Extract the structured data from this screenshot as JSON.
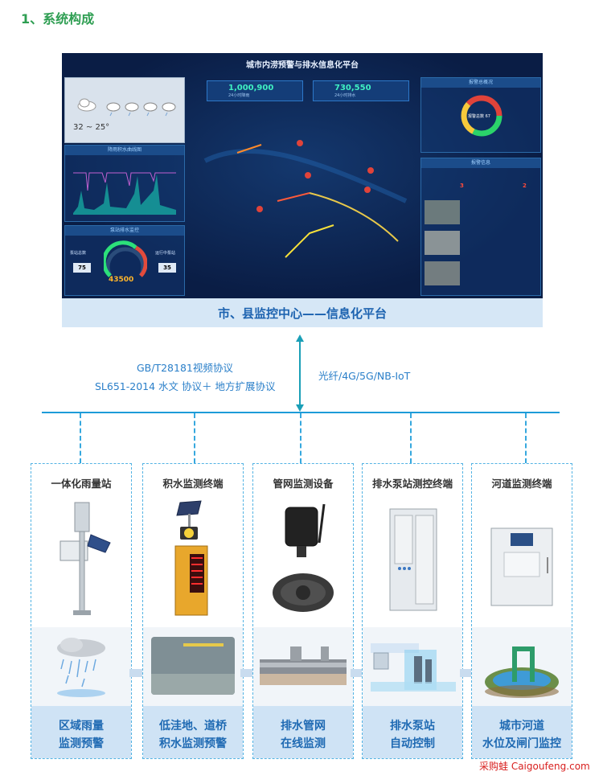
{
  "heading": "1、系统构成",
  "dashboard": {
    "title": "城市内涝预警与排水信息化平台",
    "weather": {
      "temp": "32 ~ 25°"
    },
    "kpis": [
      {
        "value": "1,000,900",
        "unit": "m³",
        "label": "24小时降雨"
      },
      {
        "value": "730,550",
        "unit": "m³",
        "label": "24小时排水"
      }
    ],
    "panels": {
      "rain_chart": "降雨积水曲线图",
      "pump": "泵站排水监控",
      "alarm_overview": "报警总概况",
      "alarm_info": "报警信息"
    },
    "gauge_value": "43500",
    "donut_center": "报警总数 67",
    "pump_left": {
      "label": "泵站总数",
      "value": "75"
    },
    "pump_right": {
      "label": "运行中泵站",
      "value": "35"
    },
    "alarm_counts": [
      "3",
      "2"
    ],
    "footer": "市、县监控中心——信息化平台"
  },
  "protocols": {
    "left_line1": "GB/T28181视频协议",
    "left_line2": "SL651-2014 水文 协议＋ 地方扩展协议",
    "right": "光纤/4G/5G/NB-IoT"
  },
  "columns": [
    {
      "title": "一体化雨量站",
      "bottom": [
        "区域雨量",
        "监测预警"
      ]
    },
    {
      "title": "积水监测终端",
      "bottom": [
        "低洼地、道桥",
        "积水监测预警"
      ]
    },
    {
      "title": "管网监测设备",
      "bottom": [
        "排水管网",
        "在线监测"
      ]
    },
    {
      "title": "排水泵站测控终端",
      "bottom": [
        "排水泵站",
        "自动控制"
      ]
    },
    {
      "title": "河道监测终端",
      "bottom": [
        "城市河道",
        "水位及闸门监控"
      ]
    }
  ],
  "watermark": "采购蛙 Caigoufeng.com",
  "colors": {
    "accent": "#1d9bd8",
    "heading_green": "#2e9e52",
    "label_blue": "#1f6ab3",
    "watermark_red": "#d8201f"
  }
}
